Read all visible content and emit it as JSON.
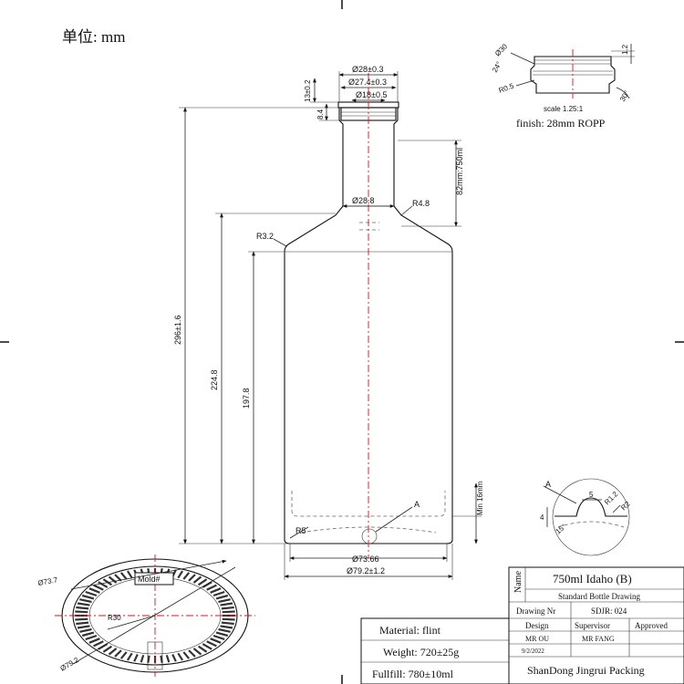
{
  "unit_label": "单位: mm",
  "finish": {
    "scale_label": "scale 1.25:1",
    "finish_label": "finish: 28mm ROPP",
    "dims": [
      "Ø30",
      "1.2",
      "24°",
      "R0.5",
      "30°"
    ]
  },
  "front_view": {
    "neck_dims": [
      "Ø28±0.3",
      "Ø27.4±0.3",
      "Ø18±0.5",
      "13±0.2",
      "8.4"
    ],
    "shoulder_dims": [
      "Ø28.8",
      "R4.8",
      "R3.2"
    ],
    "heights": [
      "296±1.6",
      "224.8",
      "197.8"
    ],
    "fill_level": "82mm:750ml",
    "bottom_dims": [
      "R5",
      "A",
      "Ø73.66",
      "Ø79.2±1.2"
    ],
    "min_label": "Min 16mm"
  },
  "detail_a": {
    "labels": [
      "A",
      "5",
      "R1.2",
      "R2",
      "4",
      "15°"
    ]
  },
  "bottom_view": {
    "mold_label": "Mold#",
    "dims": [
      "Ø73.7",
      "R30",
      "Ø79.2"
    ]
  },
  "spec_table": {
    "material": "Material: flint",
    "weight": "Weight: 720±25g",
    "fullfill": "Fullfill: 780±10ml"
  },
  "title_block": {
    "name_label": "Name",
    "title": "750ml Idaho  (B)",
    "subtitle": "Standard Bottle Drawing",
    "drawing_nr_label": "Drawing Nr",
    "drawing_nr": "SDJR: 024",
    "design_label": "Design",
    "supervisor_label": "Supervisor",
    "approved_label": "Approved",
    "designer": "MR OU",
    "supervisor": "MR FANG",
    "date": "9/2/2022",
    "company": "ShanDong Jingrui Packing"
  }
}
